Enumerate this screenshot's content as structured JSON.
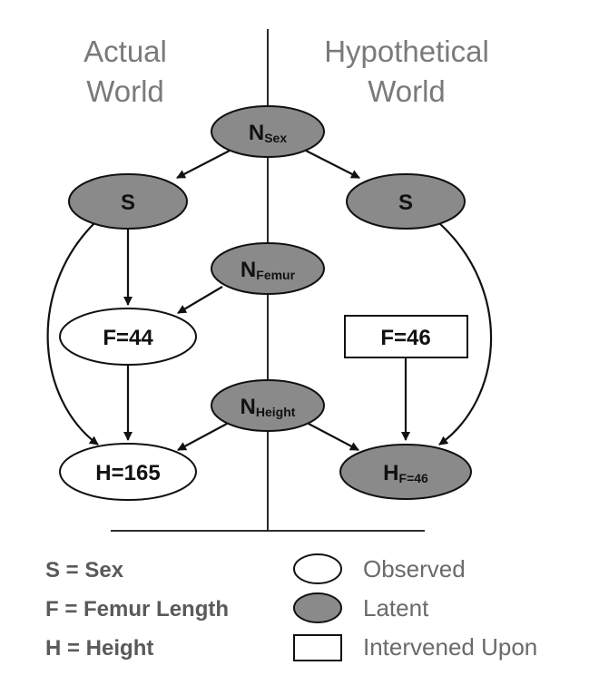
{
  "titles": {
    "actual": [
      "Actual",
      "World"
    ],
    "hypothetical": [
      "Hypothetical",
      "World"
    ]
  },
  "nodes": {
    "n_sex": {
      "main": "N",
      "sub": "Sex"
    },
    "s_actual": {
      "main": "S"
    },
    "s_hypo": {
      "main": "S"
    },
    "n_femur": {
      "main": "N",
      "sub": "Femur"
    },
    "f_actual": {
      "main": "F=44"
    },
    "f_hypo": {
      "main": "F=46"
    },
    "n_height": {
      "main": "N",
      "sub": "Height"
    },
    "h_actual": {
      "main": "H=165"
    },
    "h_hypo": {
      "main": "H",
      "sub": "F=46"
    }
  },
  "legend": {
    "keys": [
      "S = Sex",
      "F = Femur Length",
      "H = Height"
    ],
    "types": [
      "Observed",
      "Latent",
      "Intervened Upon"
    ]
  },
  "colors": {
    "latent_fill": "#8a8a8a",
    "observed_fill": "#ffffff",
    "stroke": "#111111",
    "title": "#7a7a7a"
  }
}
